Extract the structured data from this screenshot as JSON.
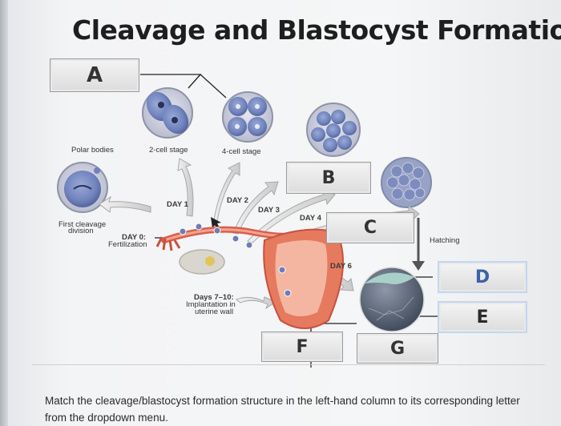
{
  "title": "Cleavage and Blastocyst Formation",
  "boxes": {
    "A": "A",
    "B": "B",
    "C": "C",
    "D": "D",
    "E": "E",
    "F": "F",
    "G": "G"
  },
  "labels": {
    "polar_bodies": "Polar bodies",
    "two_cell": "2-cell stage",
    "four_cell": "4-cell stage",
    "first_cleavage_1": "First cleavage",
    "first_cleavage_2": "division",
    "day0_1": "DAY 0:",
    "day0_2": "Fertilization",
    "day1": "DAY 1",
    "day2": "DAY 2",
    "day3": "DAY 3",
    "day4": "DAY 4",
    "day6": "DAY 6",
    "hatching": "Hatching",
    "days710_1": "Days 7–10:",
    "days710_2": "Implantation in",
    "days710_3": "uterine wall"
  },
  "instructions": "Match the cleavage/blastocyst formation structure in the left-hand column to its corresponding letter from the dropdown menu."
}
